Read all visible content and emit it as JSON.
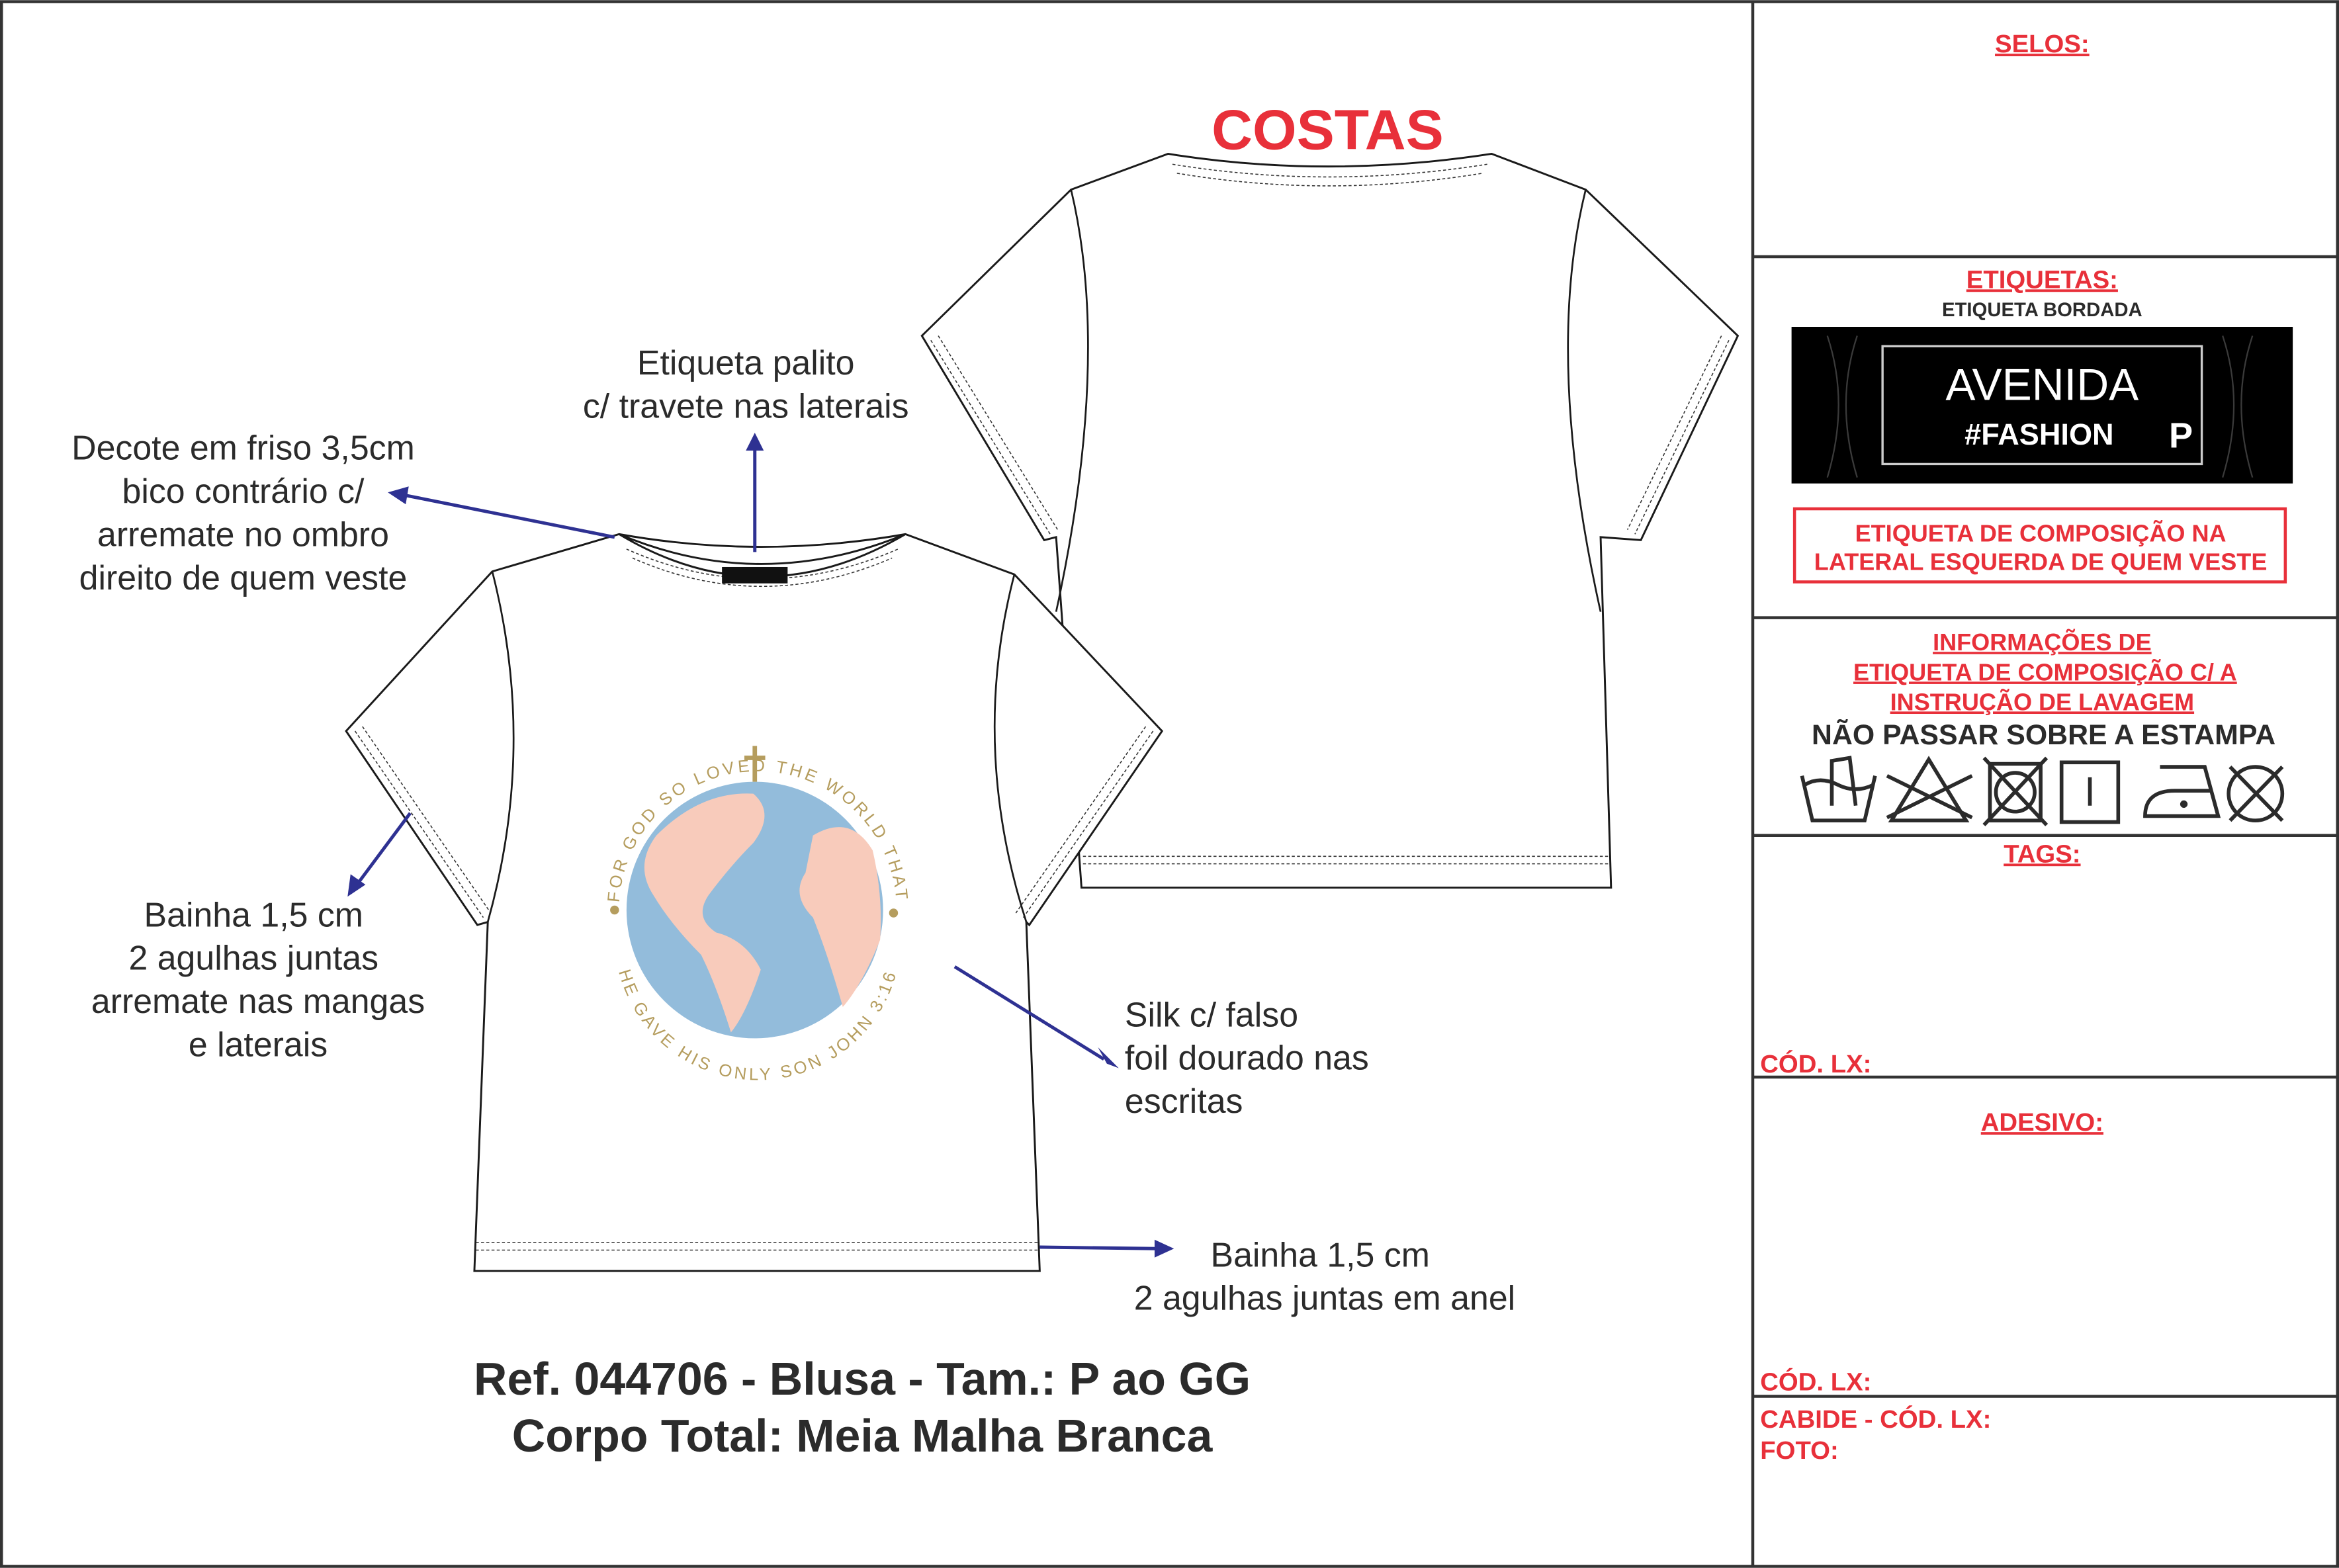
{
  "back_title": "COSTAS",
  "annotations": {
    "neck_tag": [
      "Etiqueta palito",
      "c/ travete nas laterais"
    ],
    "neckline": [
      "Decote em friso 3,5cm",
      "bico contrário c/",
      "arremate no ombro",
      "direito de quem veste"
    ],
    "sleeve_hem": [
      "Bainha 1,5 cm",
      "2 agulhas juntas",
      "arremate nas mangas",
      "e laterais"
    ],
    "print": [
      "Silk c/ falso",
      "foil dourado nas",
      "escritas"
    ],
    "body_hem": [
      "Bainha 1,5 cm",
      "2 agulhas juntas em anel"
    ]
  },
  "print_text": {
    "top": "FOR GOD SO LOVED THE WORLD THAT",
    "bottom": "HE GAVE HIS ONLY SON JOHN 3:16"
  },
  "footer": {
    "ref": "Ref. 044706 - Blusa - Tam.: P ao GG",
    "fabric": "Corpo Total: Meia Malha Branca"
  },
  "panel": {
    "selos": "SELOS:",
    "etiquetas": "ETIQUETAS:",
    "etiqueta_bordada": "ETIQUETA BORDADA",
    "label_brand": "AVENIDA",
    "label_sub": "#FASHION",
    "label_size": "P",
    "composicao": [
      "ETIQUETA DE COMPOSIÇÃO NA",
      "LATERAL ESQUERDA DE QUEM VESTE"
    ],
    "info": [
      "INFORMAÇÕES DE",
      "ETIQUETA DE COMPOSIÇÃO C/ A",
      "INSTRUÇÃO DE LAVAGEM"
    ],
    "warning": "NÃO PASSAR SOBRE A ESTAMPA",
    "care_icons": [
      "hand-wash-icon",
      "do-not-bleach-icon",
      "do-not-tumble-dry-icon",
      "line-dry-icon",
      "iron-low-icon",
      "do-not-dry-clean-icon"
    ],
    "tags": "TAGS:",
    "cod_lx_1": "CÓD. LX:",
    "adesivo": "ADESIVO:",
    "cod_lx_2": "CÓD. LX:",
    "cabide": "CABIDE - CÓD. LX:",
    "foto": "FOTO:"
  },
  "colors": {
    "red": "#e8303a",
    "arrow": "#2e3192",
    "gold": "#b59d5e",
    "ocean": "#93bcdb",
    "land": "#f8cbbb"
  }
}
